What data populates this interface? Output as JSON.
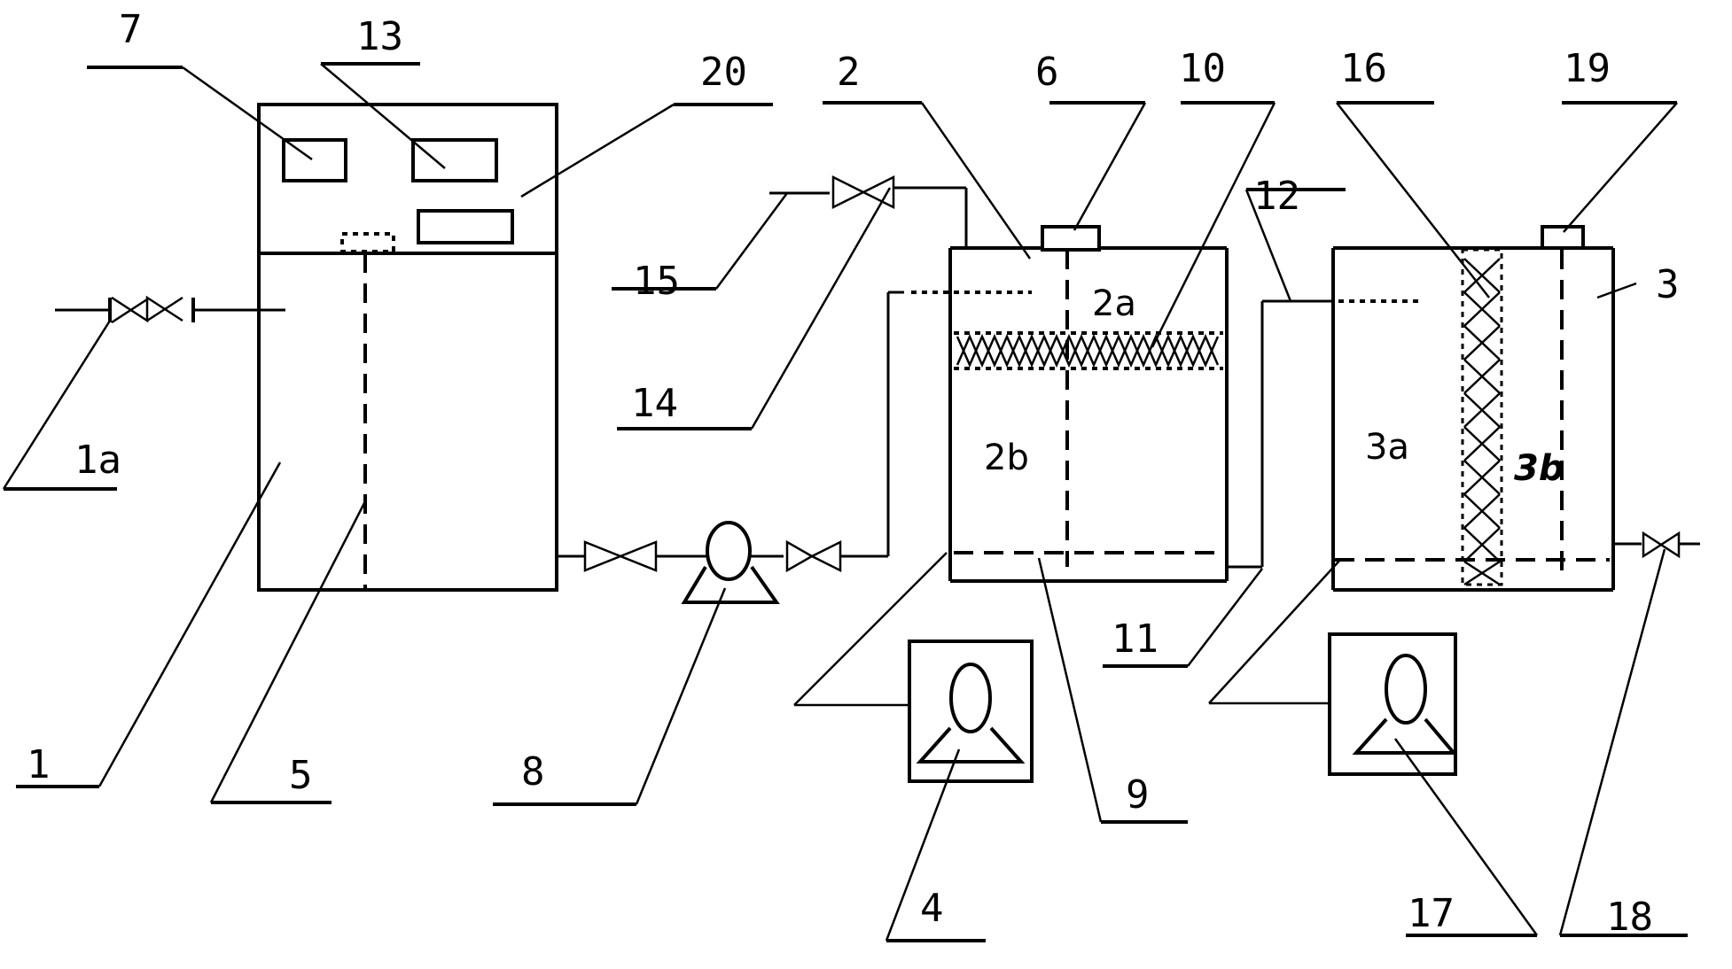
{
  "labels": {
    "l7": "7",
    "l13": "13",
    "l20": "20",
    "l2": "2",
    "l6": "6",
    "l10": "10",
    "l16": "16",
    "l19": "19",
    "l12": "12",
    "l3": "3",
    "l15": "15",
    "l14": "14",
    "l1a": "1a",
    "l1": "1",
    "l5": "5",
    "l8": "8",
    "l9": "9",
    "l11": "11",
    "l4": "4",
    "l17": "17",
    "l18": "18"
  },
  "inner": {
    "t2a": "2a",
    "t2b": "2b",
    "t3a": "3a",
    "t3b": "3b"
  }
}
